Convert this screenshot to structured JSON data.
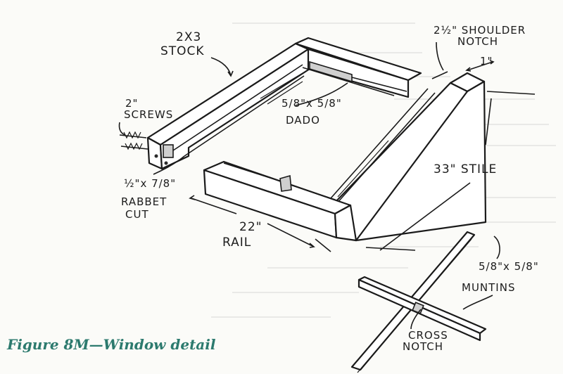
{
  "caption": "Figure 8M—Window detail",
  "labels": {
    "stock_line1": "2X3",
    "stock_line2": "STOCK",
    "screws_line1": "2\"",
    "screws_line2": "SCREWS",
    "dado_line1": "5/8\"x 5/8\"",
    "dado_line2": "DADO",
    "shoulder_line1": "2½\" SHOULDER",
    "shoulder_line2": "NOTCH",
    "one_inch": "1\"",
    "stile": "33\" STILE",
    "rabbet_line1": "½\"x 7/8\"",
    "rabbet_line2": "RABBET",
    "rabbet_line3": "CUT",
    "rail_line1": "22\"",
    "rail_line2": "RAIL",
    "muntins_line1": "5/8\"x 5/8\"",
    "muntins_line2": "MUNTINS",
    "cross_line1": "CROSS",
    "cross_line2": "NOTCH"
  }
}
